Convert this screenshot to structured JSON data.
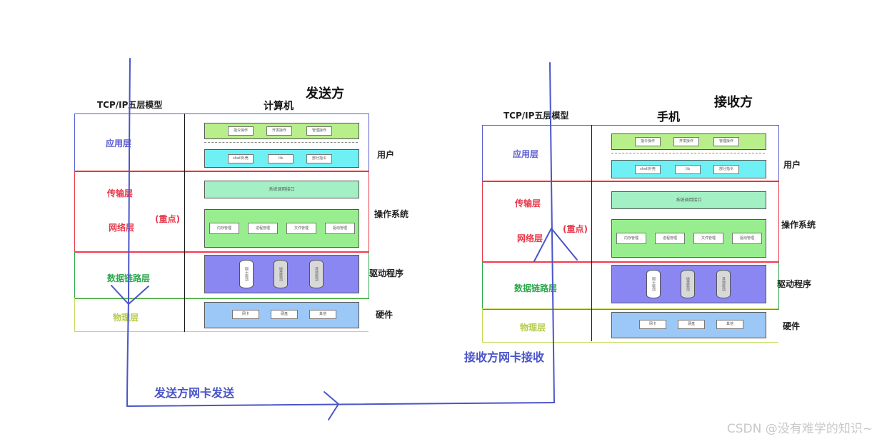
{
  "sender": {
    "title": "发送方",
    "device": "计算机",
    "model_label": "TCP/IP五层模型",
    "layers": {
      "application": "应用层",
      "transport": "传输层",
      "network": "网络层",
      "emphasis": "(重点)",
      "datalink": "数据链路层",
      "physical": "物理层"
    },
    "side_labels": {
      "user": "用户",
      "os": "操作系统",
      "driver": "驱动程序",
      "hardware": "硬件"
    },
    "inner": {
      "app_top": [
        "指令操作",
        "开发操作",
        "管理操作"
      ],
      "app_bottom": [
        "shell外壳",
        "lib",
        "部分指令"
      ],
      "syscall": "系统调用接口",
      "os_modules": [
        "内存管理",
        "进程管理",
        "文件管理",
        "驱动管理"
      ],
      "drivers": [
        "网卡驱动",
        "磁盘驱动",
        "其他驱动"
      ],
      "hardware": [
        "网卡",
        "硬盘",
        "其他"
      ]
    }
  },
  "receiver": {
    "title": "接收方",
    "device": "手机",
    "model_label": "TCP/IP五层模型",
    "layers": {
      "application": "应用层",
      "transport": "传输层",
      "network": "网络层",
      "emphasis": "(重点)",
      "datalink": "数据链路层",
      "physical": "物理层"
    },
    "side_labels": {
      "user": "用户",
      "os": "操作系统",
      "driver": "驱动程序",
      "hardware": "硬件"
    },
    "inner": {
      "app_top": [
        "指令操作",
        "开发操作",
        "管理操作"
      ],
      "app_bottom": [
        "shell外壳",
        "lib",
        "部分指令"
      ],
      "syscall": "系统调用接口",
      "os_modules": [
        "内存管理",
        "进程管理",
        "文件管理",
        "驱动管理"
      ],
      "drivers": [
        "网卡驱动",
        "磁盘驱动",
        "其他驱动"
      ],
      "hardware": [
        "网卡",
        "硬盘",
        "其他"
      ]
    }
  },
  "annotations": {
    "send_nic": "发送方网卡发送",
    "recv_nic": "接收方网卡接收"
  },
  "watermark": "CSDN @没有难学的知识~",
  "colors": {
    "application": "#5a5ed0",
    "transport": "#e8384a",
    "datalink": "#2ea84e",
    "physical": "#c2dc5a",
    "app_green": "#b8ef8a",
    "app_cyan": "#6ff0f4",
    "syscall_mint": "#a2f0c4",
    "os_green": "#98ee8e",
    "driver_purple": "#8a86f2",
    "hw_blue": "#9cc8f8",
    "hand_drawn": "#4a55c8"
  }
}
